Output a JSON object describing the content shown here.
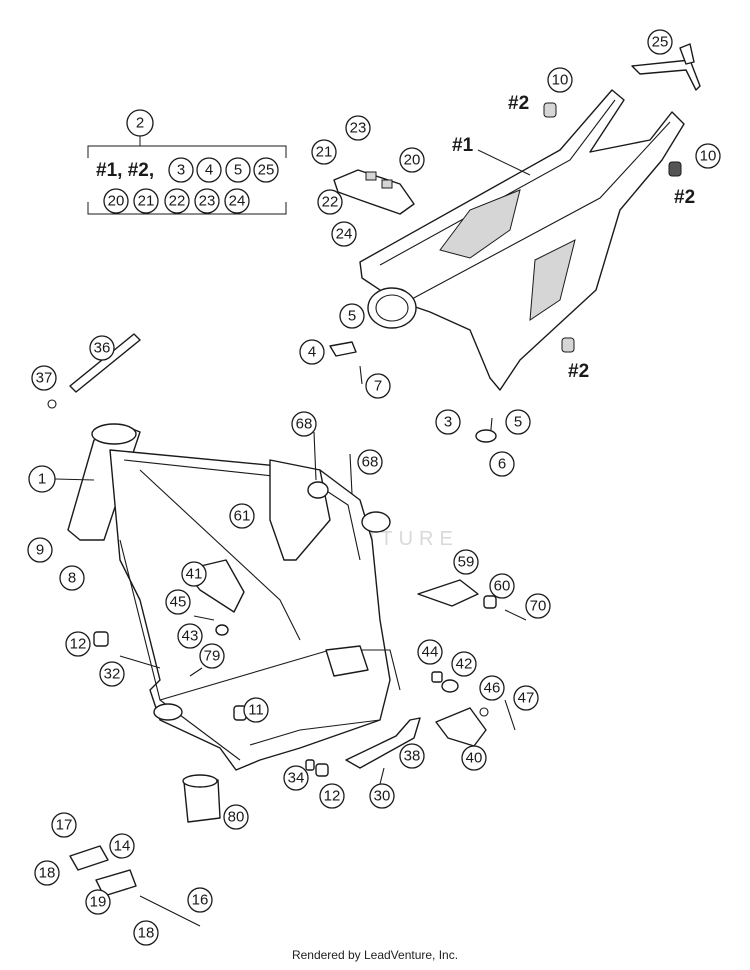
{
  "watermark": "LEADVENTURE",
  "credit": "Rendered by LeadVenture, Inc.",
  "kit_box": {
    "number": "2",
    "row1": [
      "#1, #2,",
      "3",
      "4",
      "5",
      "25"
    ],
    "row2": [
      "20",
      "21",
      "22",
      "23",
      "24"
    ]
  },
  "tags": {
    "frame_sub": "#1",
    "bushing": "#2"
  },
  "callouts": [
    "1",
    "3",
    "4",
    "5",
    "6",
    "7",
    "8",
    "9",
    "10",
    "11",
    "12",
    "14",
    "16",
    "17",
    "18",
    "19",
    "20",
    "21",
    "22",
    "23",
    "24",
    "25",
    "30",
    "32",
    "34",
    "36",
    "37",
    "38",
    "40",
    "41",
    "42",
    "43",
    "44",
    "45",
    "46",
    "47",
    "59",
    "60",
    "61",
    "68",
    "70",
    "79",
    "80"
  ]
}
